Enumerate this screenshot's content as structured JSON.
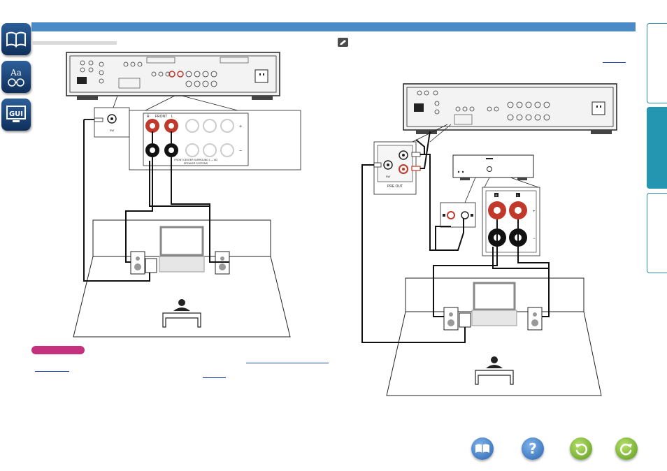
{
  "side_nav": {
    "contents_icon": "open-book-icon",
    "index_icon": "aa-text-icon",
    "gui_label": "GUI"
  },
  "colors": {
    "top_bar": "#4a8ac7",
    "side_nav": "#1f4a80",
    "active_tab": "#2596b2",
    "note_pill": "#c4317f",
    "speaker_terminal": "#c0392b"
  },
  "left_diagram": {
    "sw_label": "SW",
    "front_r": "R",
    "front_label": "FRONT",
    "front_l": "L",
    "plus_sign": "+",
    "minus_sign": "−",
    "terminal_caption": "FRONT CENTER  SURROUND L — 6Ω",
    "terminal_footer": "SPEAKER SYSTEMS"
  },
  "right_diagram": {
    "preout_label": "PRE OUT",
    "sw_label": "SW",
    "amp_terminal_r": "R",
    "amp_terminal_l": "L",
    "plus_sign": "+",
    "minus_sign": "−"
  },
  "bottom_nav": {
    "help_glyph": "?",
    "book_icon": "book-icon",
    "back_icon": "undo-arrow-icon",
    "forward_icon": "redo-arrow-icon"
  }
}
